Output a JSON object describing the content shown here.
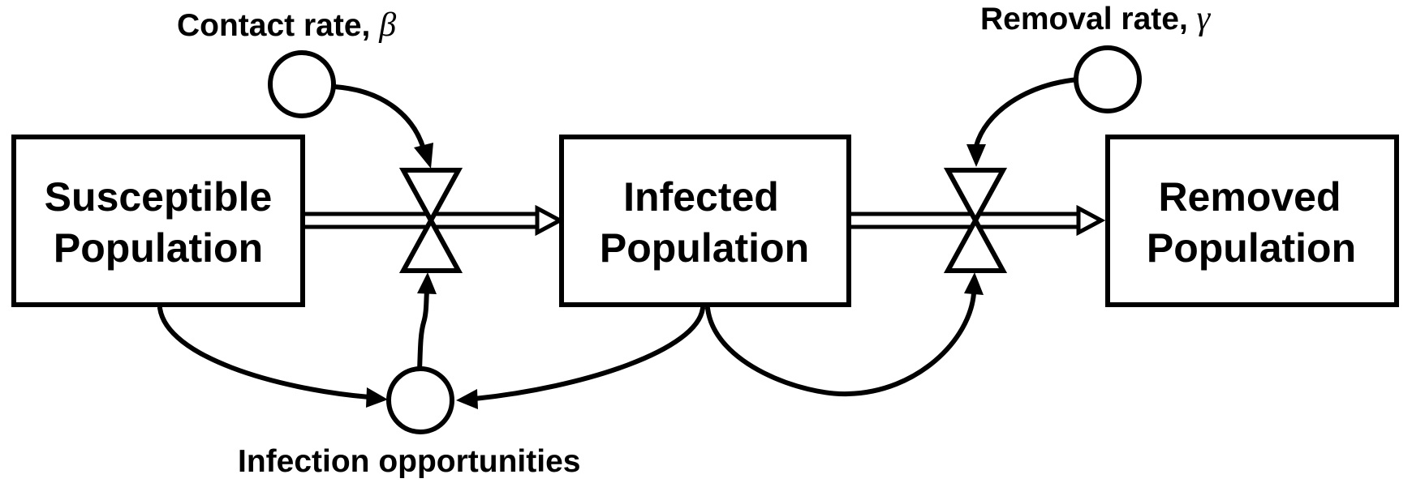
{
  "stocks": {
    "susceptible": {
      "line1": "Susceptible",
      "line2": "Population"
    },
    "infected": {
      "line1": "Infected",
      "line2": "Population"
    },
    "removed": {
      "line1": "Removed",
      "line2": "Population"
    }
  },
  "auxiliaries": {
    "contact_rate": {
      "label": "Contact rate, ",
      "symbol": "β"
    },
    "removal_rate": {
      "label": "Removal rate, ",
      "symbol": "γ"
    },
    "infection_opportunities": {
      "label": "Infection opportunities"
    }
  },
  "colors": {
    "line": "#000000",
    "background": "#ffffff"
  }
}
